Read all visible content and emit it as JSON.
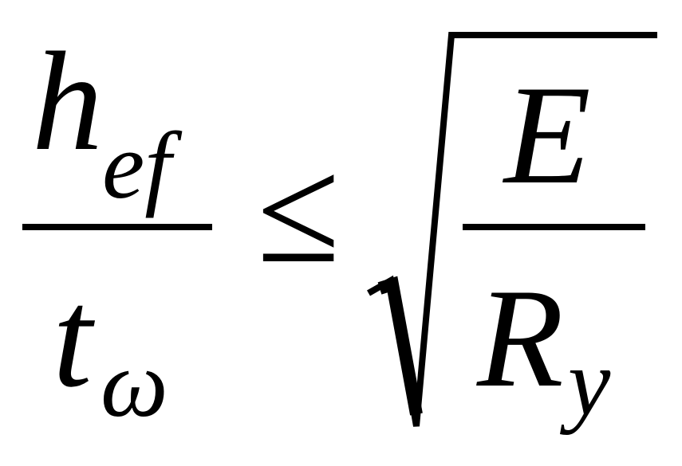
{
  "formula": {
    "left": {
      "numerator": {
        "base": "h",
        "subscript": "ef"
      },
      "denominator": {
        "base": "t",
        "subscript": "ω"
      }
    },
    "relation": "≤",
    "right": {
      "radical": {
        "numerator": {
          "base": "E"
        },
        "denominator": {
          "base": "R",
          "subscript": "y"
        }
      }
    }
  }
}
